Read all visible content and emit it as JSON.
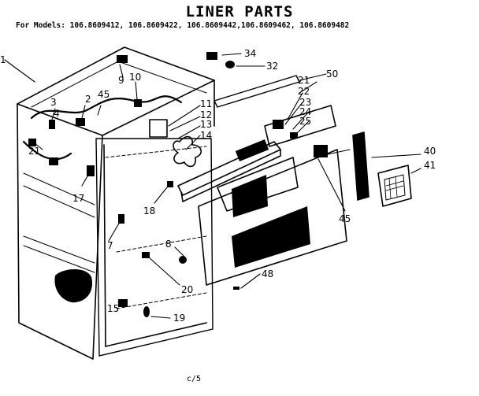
{
  "title": "LINER PARTS",
  "models": "For Models: 106.8609412, 106.8609422, 106.8609442,106.8609462, 106.8609482",
  "drawing_code": "c/5",
  "callouts": [
    {
      "id": "c1",
      "label": "1"
    },
    {
      "id": "c9",
      "label": "9"
    },
    {
      "id": "c10",
      "label": "10"
    },
    {
      "id": "c3",
      "label": "3"
    },
    {
      "id": "c2",
      "label": "2"
    },
    {
      "id": "c45a",
      "label": "45"
    },
    {
      "id": "c4",
      "label": "4"
    },
    {
      "id": "c21a",
      "label": "21"
    },
    {
      "id": "c17",
      "label": "17"
    },
    {
      "id": "c11",
      "label": "11"
    },
    {
      "id": "c12",
      "label": "12"
    },
    {
      "id": "c13",
      "label": "13"
    },
    {
      "id": "c14",
      "label": "14"
    },
    {
      "id": "c34",
      "label": "34"
    },
    {
      "id": "c32",
      "label": "32"
    },
    {
      "id": "c50",
      "label": "50"
    },
    {
      "id": "c21b",
      "label": "21"
    },
    {
      "id": "c22",
      "label": "22"
    },
    {
      "id": "c23",
      "label": "23"
    },
    {
      "id": "c24",
      "label": "24"
    },
    {
      "id": "c25",
      "label": "25"
    },
    {
      "id": "c40",
      "label": "40"
    },
    {
      "id": "c41",
      "label": "41"
    },
    {
      "id": "c18",
      "label": "18"
    },
    {
      "id": "c45b",
      "label": "45"
    },
    {
      "id": "c7",
      "label": "7"
    },
    {
      "id": "c8",
      "label": "8"
    },
    {
      "id": "c20",
      "label": "20"
    },
    {
      "id": "c48",
      "label": "48"
    },
    {
      "id": "c15",
      "label": "15"
    },
    {
      "id": "c19",
      "label": "19"
    }
  ]
}
